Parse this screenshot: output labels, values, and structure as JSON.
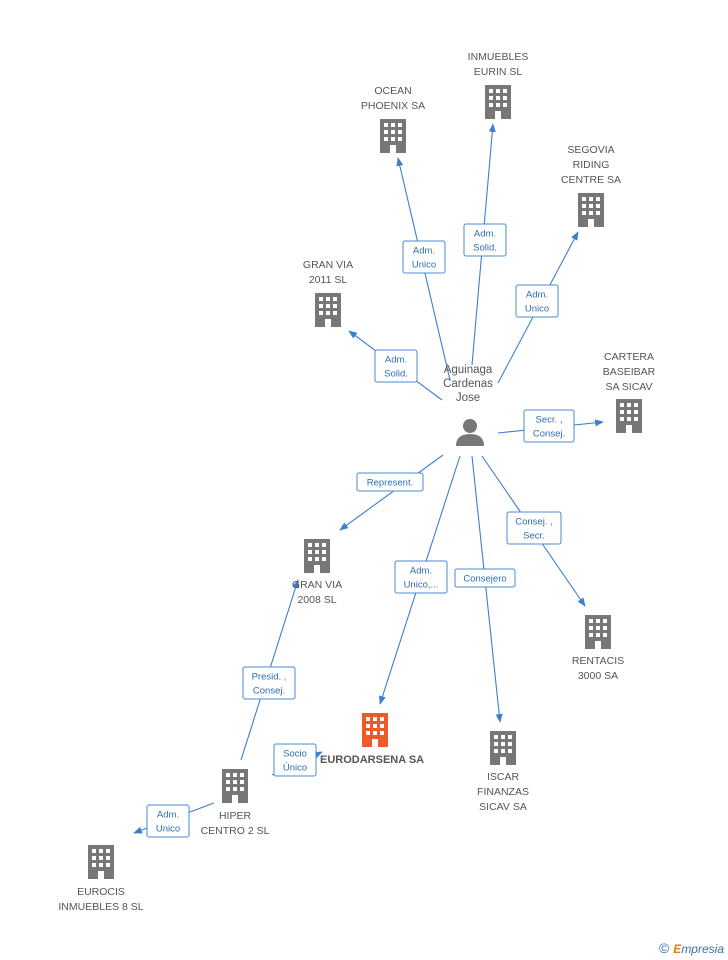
{
  "center": {
    "name": [
      "Aguinaga",
      "Cardenas",
      "Jose"
    ],
    "icon": "person-icon"
  },
  "main_company": {
    "name": "EURODARSENA SA",
    "color": "#f05a28"
  },
  "companies": [
    {
      "id": "inmuebles-eurin",
      "lines": [
        "INMUEBLES",
        "EURIN SL"
      ]
    },
    {
      "id": "ocean-phoenix",
      "lines": [
        "OCEAN",
        "PHOENIX SA"
      ]
    },
    {
      "id": "segovia-riding",
      "lines": [
        "SEGOVIA",
        "RIDING",
        "CENTRE SA"
      ]
    },
    {
      "id": "gran-via-2011",
      "lines": [
        "GRAN VIA",
        "2011 SL"
      ]
    },
    {
      "id": "cartera-baseibar",
      "lines": [
        "CARTERA",
        "BASEIBAR",
        "SA SICAV"
      ]
    },
    {
      "id": "gran-via-2008",
      "lines": [
        "GRAN VIA",
        "2008 SL"
      ]
    },
    {
      "id": "rentacis-3000",
      "lines": [
        "RENTACIS",
        "3000 SA"
      ]
    },
    {
      "id": "iscar-finanzas",
      "lines": [
        "ISCAR",
        "FINANZAS",
        "SICAV SA"
      ]
    },
    {
      "id": "hiper-centro-2",
      "lines": [
        "HIPER",
        "CENTRO 2 SL"
      ]
    },
    {
      "id": "eurocis-inmuebles-8",
      "lines": [
        "EUROCIS",
        "INMUEBLES 8 SL"
      ]
    }
  ],
  "edges": [
    {
      "id": "to-ocean-phoenix",
      "lines": [
        "Adm.",
        "Unico"
      ]
    },
    {
      "id": "to-inmuebles-eurin",
      "lines": [
        "Adm.",
        "Solid."
      ]
    },
    {
      "id": "to-segovia-riding",
      "lines": [
        "Adm.",
        "Unico"
      ]
    },
    {
      "id": "to-gran-via-2011",
      "lines": [
        "Adm.",
        "Solid."
      ]
    },
    {
      "id": "to-cartera-baseibar",
      "lines": [
        "Secr. ,",
        "Consej."
      ]
    },
    {
      "id": "to-gran-via-2008",
      "lines": [
        "Represent."
      ]
    },
    {
      "id": "to-rentacis-3000",
      "lines": [
        "Consej. ,",
        "Secr."
      ]
    },
    {
      "id": "to-eurodarsena",
      "lines": [
        "Adm.",
        "Unico,..."
      ]
    },
    {
      "id": "to-iscar-finanzas",
      "lines": [
        "Consejero"
      ]
    },
    {
      "id": "hiper-to-gran-via-2008",
      "lines": [
        "Presid. ,",
        "Consej."
      ]
    },
    {
      "id": "hiper-to-eurodarsena",
      "lines": [
        "Socio",
        "Único"
      ]
    },
    {
      "id": "hiper-to-eurocis",
      "lines": [
        "Adm.",
        "Unico"
      ]
    }
  ],
  "colors": {
    "building": "#777777",
    "edge": "#3b7fd0",
    "person": "#777777"
  },
  "footer": {
    "copyright": "©",
    "brand_initial": "E",
    "brand_rest": "mpresia"
  }
}
